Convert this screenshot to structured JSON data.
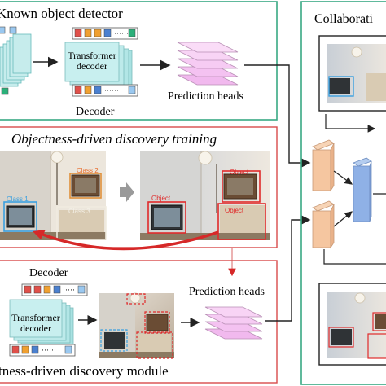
{
  "panels": {
    "known_detector": {
      "title": "Known object detector",
      "decoder_label": "Transformer decoder",
      "caption": "Decoder",
      "heads_label": "Prediction heads"
    },
    "discovery_training": {
      "title": "Objectness-driven discovery training"
    },
    "discovery_module": {
      "title": "tness-driven discovery module",
      "decoder_caption": "Decoder",
      "decoder_label": "Transformer decoder",
      "heads_label": "Prediction heads"
    },
    "collaborative": {
      "title": "Collaborati"
    }
  },
  "left_image_labels": [
    "Class 1",
    "Class 2",
    "Class 3"
  ],
  "right_image_labels": [
    "Object",
    "Object",
    "Object"
  ],
  "colors": {
    "panel_border_green": "#39a883",
    "panel_border_red": "#d94b4b",
    "decoder_fill": "#b8ecec",
    "heads_fill": "#f5c6f2",
    "fusion_orange": "#f5c6a0",
    "fusion_blue": "#8fb1e6",
    "arrow_red": "#d62828",
    "query_colors": [
      "#e0504a",
      "#f0a030",
      "#4a80d0",
      "#2bb07a",
      "#9ac8f0"
    ]
  }
}
